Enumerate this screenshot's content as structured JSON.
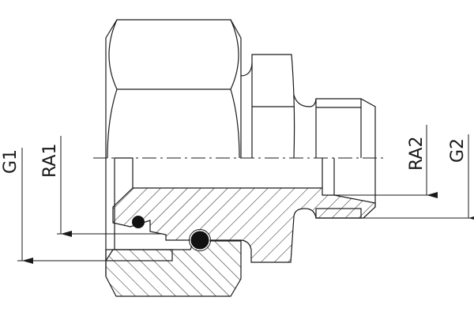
{
  "drawing": {
    "labels": {
      "g1": "G1",
      "ra1": "RA1",
      "ra2": "RA2",
      "g2": "G2"
    },
    "colors": {
      "line": "#1a1a1a",
      "oring": "#111111",
      "background": "#ffffff"
    }
  }
}
